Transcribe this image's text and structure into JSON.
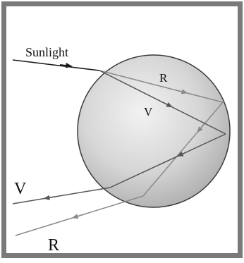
{
  "labels": {
    "sunlight": "Sunlight",
    "red_inside": "R",
    "violet_inside": "V",
    "violet_exit": "V",
    "red_exit": "R"
  },
  "colors": {
    "frame": "#7a7a7a",
    "background": "#ffffff",
    "droplet_fill_center": "#f2f2f2",
    "droplet_fill_edge": "#a9a9a9",
    "droplet_outline": "#3a3a3a",
    "incoming_ray": "#1a1a1a",
    "violet_ray": "#555555",
    "red_ray": "#8a8a8a",
    "text": "#111111"
  }
}
